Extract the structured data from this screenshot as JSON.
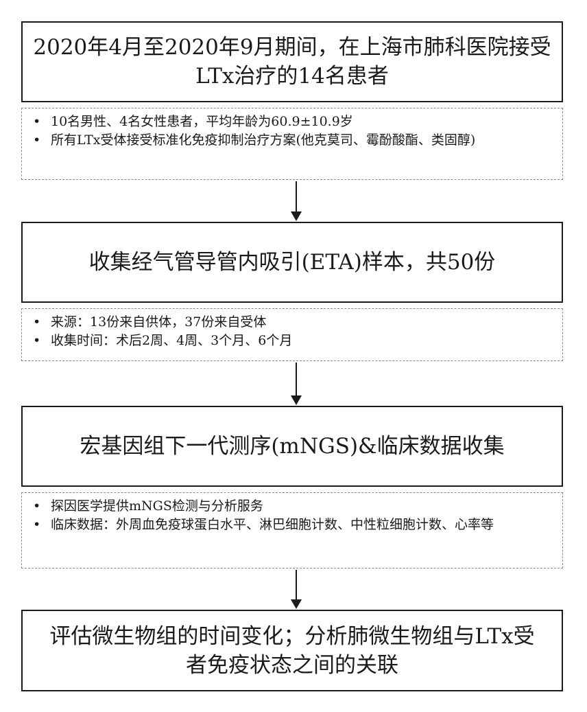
{
  "steps": [
    {
      "title_lines": [
        "2020年4月至2020年9月期间，在上海市肺科医院接受",
        "LTx治疗的14名患者"
      ],
      "notes": [
        "10名男性、4名女性患者，平均年龄为60.9±10.9岁",
        "所有LTx受体接受标准化免疫抑制治疗方案(他克莫司、霉酚酸酯、类固醇)"
      ]
    },
    {
      "title_lines": [
        "收集经气管导管内吸引(ETA)样本，共50份"
      ],
      "notes": [
        "来源：13份来自供体，37份来自受体",
        "收集时间：术后2周、4周、3个月、6个月"
      ]
    },
    {
      "title_lines": [
        "宏基因组下一代测序(mNGS)&临床数据收集"
      ],
      "notes": [
        "探因医学提供mNGS检测与分析服务",
        "临床数据：外周血免疫球蛋白水平、淋巴细胞计数、中性粒细胞计数、心率等"
      ]
    },
    {
      "title_lines": [
        "评估微生物组的时间变化；分析肺微生物组与LTx受",
        "者免疫状态之间的关联"
      ],
      "notes": []
    }
  ]
}
